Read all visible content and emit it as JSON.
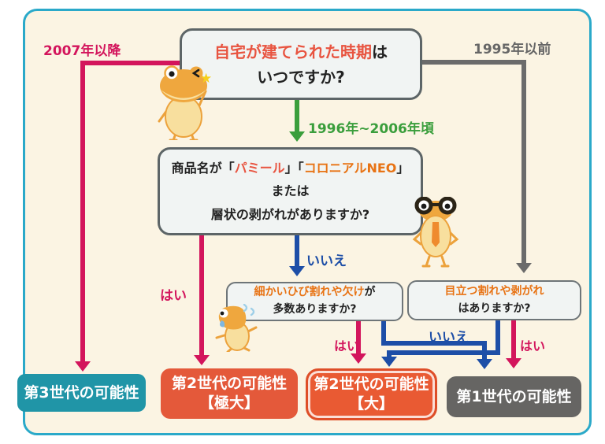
{
  "colors": {
    "panel_border": "#2aa9c9",
    "panel_bg": "#fbf4e3",
    "crimson_line": "#d3155c",
    "blue_line": "#1d4ea7",
    "green_line": "#3a9e3c",
    "gray_line": "#6b6b6b",
    "highlight_red": "#e85440",
    "highlight_orange": "#e87314",
    "gen3_box": "#2095a7",
    "gen2_max_box": "#e4593a",
    "gen2_large_box": "#e95a33",
    "gen1_box": "#666563"
  },
  "period_labels": {
    "after_2007": "2007年以降",
    "before_1995": "1995年以前",
    "mid_period": "1996年~2006年頃"
  },
  "branch": {
    "yes": "はい",
    "no": "いいえ"
  },
  "questions": {
    "q1": {
      "highlight": "自宅が建てられた時期",
      "suffix": "は",
      "line2": "いつですか?"
    },
    "q2": {
      "line1_pre": "商品名が「",
      "product1": "パミール",
      "line1_mid": "」「",
      "product2": "コロニアルNEO",
      "line1_post": "」",
      "line2": "または",
      "line3": "層状の剥がれがありますか?"
    },
    "q3": {
      "highlight": "細かいひび割れや欠け",
      "suffix": "が",
      "line2": "多数ありますか?"
    },
    "q4": {
      "highlight": "目立つ割れや剥がれ",
      "line2": "はありますか?"
    }
  },
  "results": {
    "gen3": {
      "label": "第3世代の可能性"
    },
    "gen2_max": {
      "line1": "第2世代の可能性",
      "line2": "【極大】"
    },
    "gen2_large": {
      "line1": "第2世代の可能性",
      "line2": "【大】"
    },
    "gen1": {
      "label": "第1世代の可能性"
    }
  },
  "mascots": {
    "frog_wink": "winking-frog-with-star",
    "frog_glasses": "glasses-frog",
    "frog_crying": "crying-frog"
  }
}
